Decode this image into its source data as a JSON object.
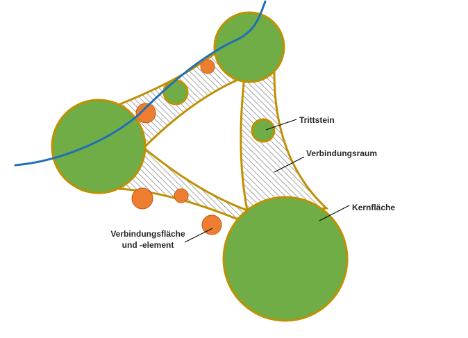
{
  "colors": {
    "core_fill": "#70ad47",
    "outline": "#bf9000",
    "element_fill": "#ed7d31",
    "element_stroke": "#c55a11",
    "river": "#1f6fb7",
    "hatch": "#8c8c8c",
    "leader": "#000000"
  },
  "labels": {
    "trittstein": "Trittstein",
    "verbindungsraum": "Verbindungsraum",
    "kernflaeche": "Kernfläche",
    "verbindungsflaeche_line1": "Verbindungsfläche",
    "verbindungsflaeche_line2": "und -element"
  },
  "icons": {
    "core_area": "large-green-circle",
    "stepping_stone": "small-green-circle",
    "connecting_element": "orange-circle",
    "river": "blue-curve"
  }
}
